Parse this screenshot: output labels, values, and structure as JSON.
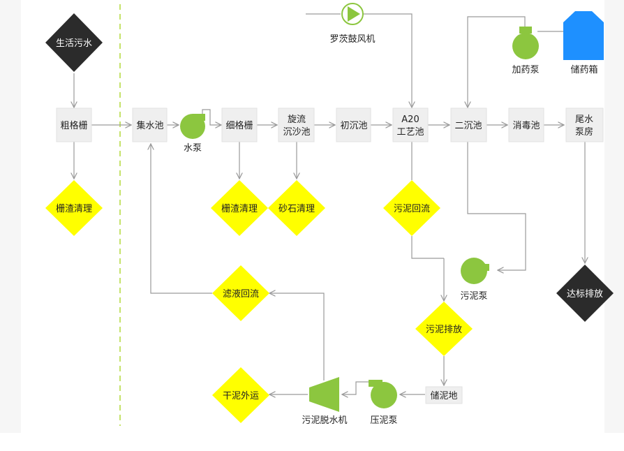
{
  "nodes": {
    "domestic_sewage": "生活污水",
    "coarse_screen": "粗格栅",
    "screen_residue_clean_1": "栅渣清理",
    "collection_tank": "集水池",
    "water_pump": "水泵",
    "fine_screen": "细格栅",
    "screen_residue_clean_2": "栅渣清理",
    "vortex_grit_line1": "旋流",
    "vortex_grit_line2": "沉沙池",
    "grit_clean": "砂石清理",
    "primary_clarifier": "初沉池",
    "a2o_line1": "A20",
    "a2o_line2": "工艺池",
    "roots_blower": "罗茨鼓风机",
    "sludge_return": "污泥回流",
    "secondary_clarifier": "二沉池",
    "dosing_pump": "加药泵",
    "chemical_tank": "储药箱",
    "disinfection_tank": "消毒池",
    "tail_pump_line1": "尾水",
    "tail_pump_line2": "泵房",
    "discharge": "达标排放",
    "sludge_pump": "污泥泵",
    "sludge_discharge": "污泥排放",
    "sludge_storage": "储泥地",
    "press_pump": "压泥泵",
    "dewatering_machine": "污泥脱水机",
    "dry_sludge_out": "干泥外运",
    "filtrate_return": "滤液回流"
  },
  "colors": {
    "process_box": "#efefef",
    "yellow_diamond": "#ffff00",
    "dark_diamond": "#2b2b2b",
    "equipment": "#8cc63f",
    "connector": "#9a9a9a",
    "chemical_tank": "#1e90ff",
    "divider": "#c5e26a"
  }
}
